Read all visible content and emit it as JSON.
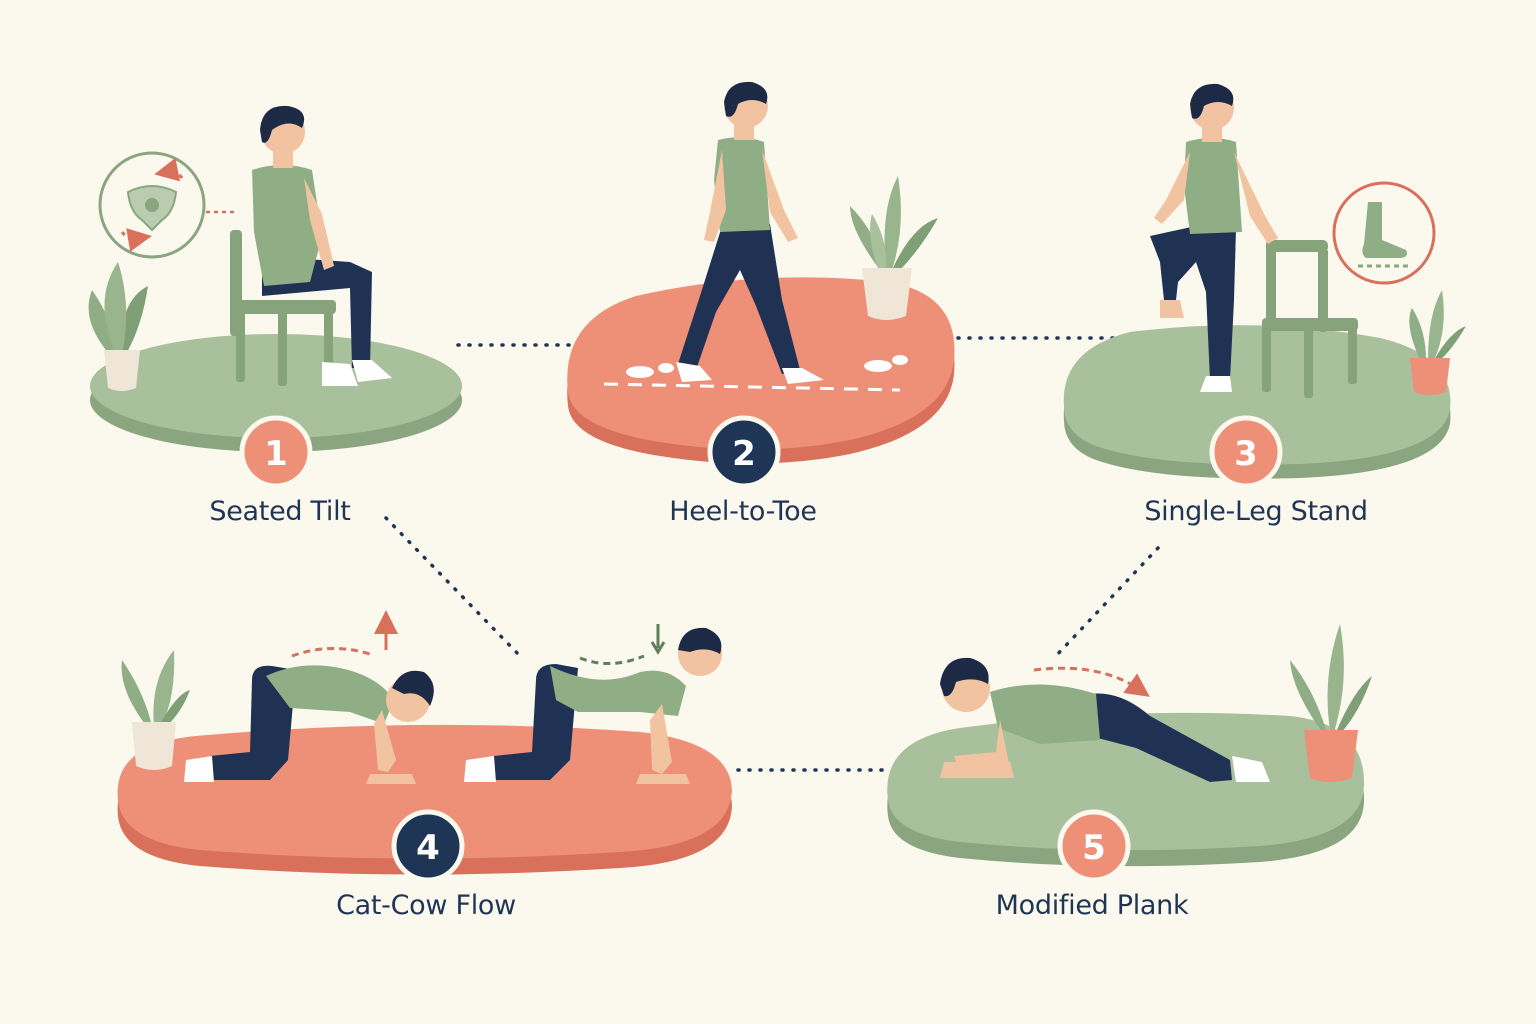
{
  "colors": {
    "background": "#fbf8ee",
    "sage": "#a9c09c",
    "sage_dark": "#8aa580",
    "coral": "#ee8f78",
    "coral_dark": "#d9705c",
    "navy": "#1f3556",
    "shirt": "#8fae85",
    "pants": "#1f3254",
    "skin": "#f2c3a0",
    "hair": "#1c2a45",
    "chair": "#86a37c"
  },
  "steps": [
    {
      "number": "1",
      "label": "Seated Tilt",
      "platform": "sage",
      "badge": "coral",
      "icon": "pelvis-icon"
    },
    {
      "number": "2",
      "label": "Heel-to-Toe",
      "platform": "coral",
      "badge": "navy",
      "icon": "footprints-icon"
    },
    {
      "number": "3",
      "label": "Single-Leg Stand",
      "platform": "sage",
      "badge": "coral",
      "icon": "foot-balance-icon"
    },
    {
      "number": "4",
      "label": "Cat-Cow Flow",
      "platform": "coral",
      "badge": "navy",
      "icon": "spine-arrow-icon"
    },
    {
      "number": "5",
      "label": "Modified Plank",
      "platform": "sage",
      "badge": "coral",
      "icon": "spine-arrow-icon"
    }
  ]
}
